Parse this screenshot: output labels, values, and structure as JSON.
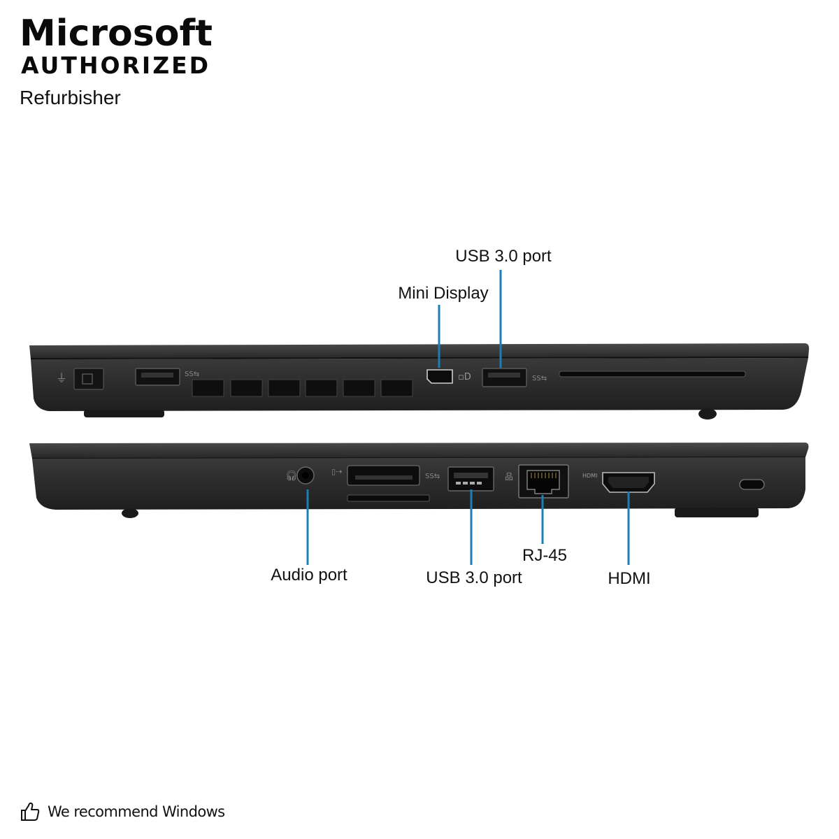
{
  "badge": {
    "brand": "Microsoft",
    "authorized": "AUTHORIZED",
    "subtitle": "Refurbisher"
  },
  "callouts": {
    "usb_top": "USB 3.0 port",
    "mini_display": "Mini Display",
    "audio": "Audio port",
    "usb_bottom": "USB 3.0 port",
    "rj45": "RJ-45",
    "hdmi": "HDMI"
  },
  "port_labels": {
    "hdmi_small": "HDMI"
  },
  "footer": {
    "icon": "thumbs-up-icon",
    "text": "We recommend Windows"
  },
  "colors": {
    "leader_line": "#1a7fb5",
    "laptop_body": "#2c2c2c"
  }
}
